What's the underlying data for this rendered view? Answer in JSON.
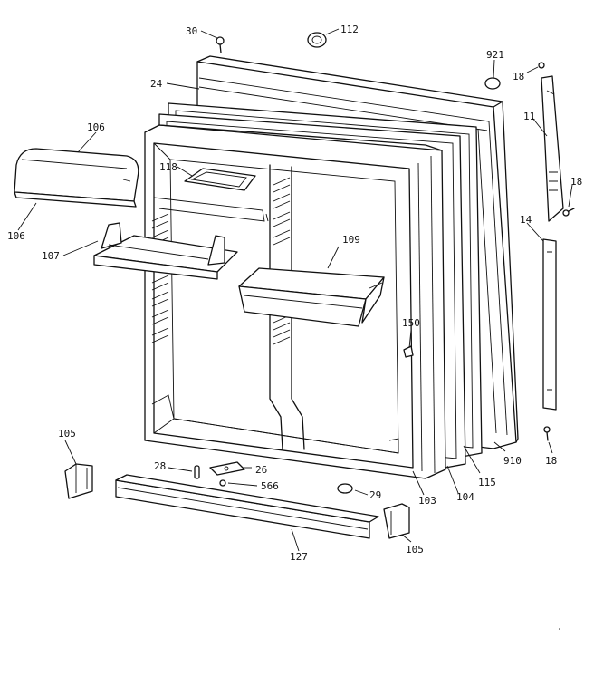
{
  "labels": {
    "p30": "30",
    "p112": "112",
    "p921": "921",
    "p18a": "18",
    "p24": "24",
    "p11": "11",
    "p106a": "106",
    "p18b": "18",
    "p118": "118",
    "p14": "14",
    "p106b": "106",
    "p109": "109",
    "p107": "107",
    "p150": "150",
    "p105a": "105",
    "p910": "910",
    "p18c": "18",
    "p28": "28",
    "p26": "26",
    "p115": "115",
    "p566": "566",
    "p29": "29",
    "p103": "103",
    "p104": "104",
    "p105b": "105",
    "p127": "127"
  }
}
